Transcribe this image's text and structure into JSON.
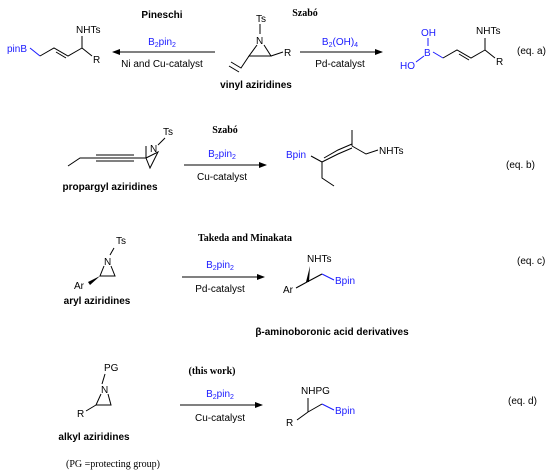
{
  "colors": {
    "reagent": "#1a1aff",
    "ink": "#000000"
  },
  "eq_a": {
    "author_left": "Pineschi",
    "author_right": "Szabó",
    "left_reagent": "B2pin2",
    "left_condition": "Ni and Cu-catalyst",
    "right_reagent": "B2(OH)4",
    "right_condition": "Pd-catalyst",
    "substrate_label": "vinyl aziridines",
    "label": "(eq. a)",
    "atoms": {
      "ts": "Ts",
      "n": "N",
      "r": "R",
      "nhts": "NHTs",
      "pinb": "pinB",
      "oh": "OH",
      "ho": "HO",
      "b": "B"
    }
  },
  "eq_b": {
    "author": "Szabó",
    "reagent": "B2pin2",
    "condition": "Cu-catalyst",
    "substrate_label": "propargyl aziridines",
    "label": "(eq. b)",
    "atoms": {
      "ts": "Ts",
      "n": "N",
      "bpin": "Bpin",
      "nhts": "NHTs"
    }
  },
  "eq_c": {
    "author": "Takeda and Minakata",
    "reagent": "B2pin2",
    "condition": "Pd-catalyst",
    "substrate_label": "aryl aziridines",
    "label": "(eq. c)",
    "atoms": {
      "ts": "Ts",
      "n": "N",
      "ar": "Ar",
      "nhts": "NHTs",
      "bpin": "Bpin"
    }
  },
  "section_title": "β-aminoboronic acid derivatives",
  "eq_d": {
    "author": "(this work)",
    "reagent": "B2pin2",
    "condition": "Cu-catalyst",
    "substrate_label": "alkyl aziridines",
    "label": "(eq. d)",
    "atoms": {
      "pg": "PG",
      "n": "N",
      "r": "R",
      "nhpg": "NHPG",
      "bpin": "Bpin"
    }
  },
  "footnote": "(PG =protecting group)"
}
